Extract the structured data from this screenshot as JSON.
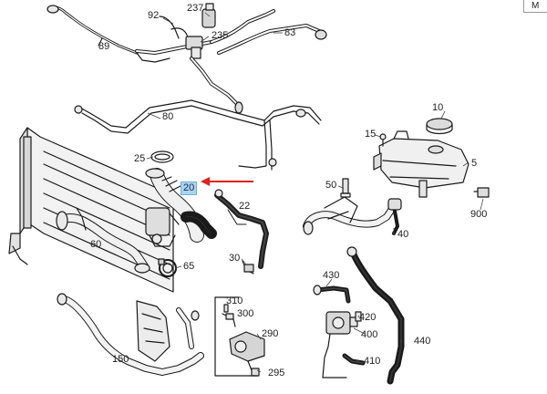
{
  "corner_tab": "M",
  "callouts": {
    "c237": "237",
    "c92": "92",
    "c235": "235",
    "c89": "89",
    "c83": "83",
    "c80": "80",
    "c10": "10",
    "c15": "15",
    "c5": "5",
    "c25": "25",
    "c20": "20",
    "c50": "50",
    "c900": "900",
    "c22": "22",
    "c60": "60",
    "c40": "40",
    "c30": "30",
    "c65": "65",
    "c430": "430",
    "c310": "310",
    "c300": "300",
    "c420": "420",
    "c290": "290",
    "c400": "400",
    "c440": "440",
    "c150": "150",
    "c410": "410",
    "c295": "295"
  },
  "colors": {
    "line": "#1a1a1a",
    "hose": "#1e1e1e",
    "part_fill": "#e9e9e9",
    "highlight_bg": "#a8d4f0",
    "arrow": "#e0201c"
  }
}
